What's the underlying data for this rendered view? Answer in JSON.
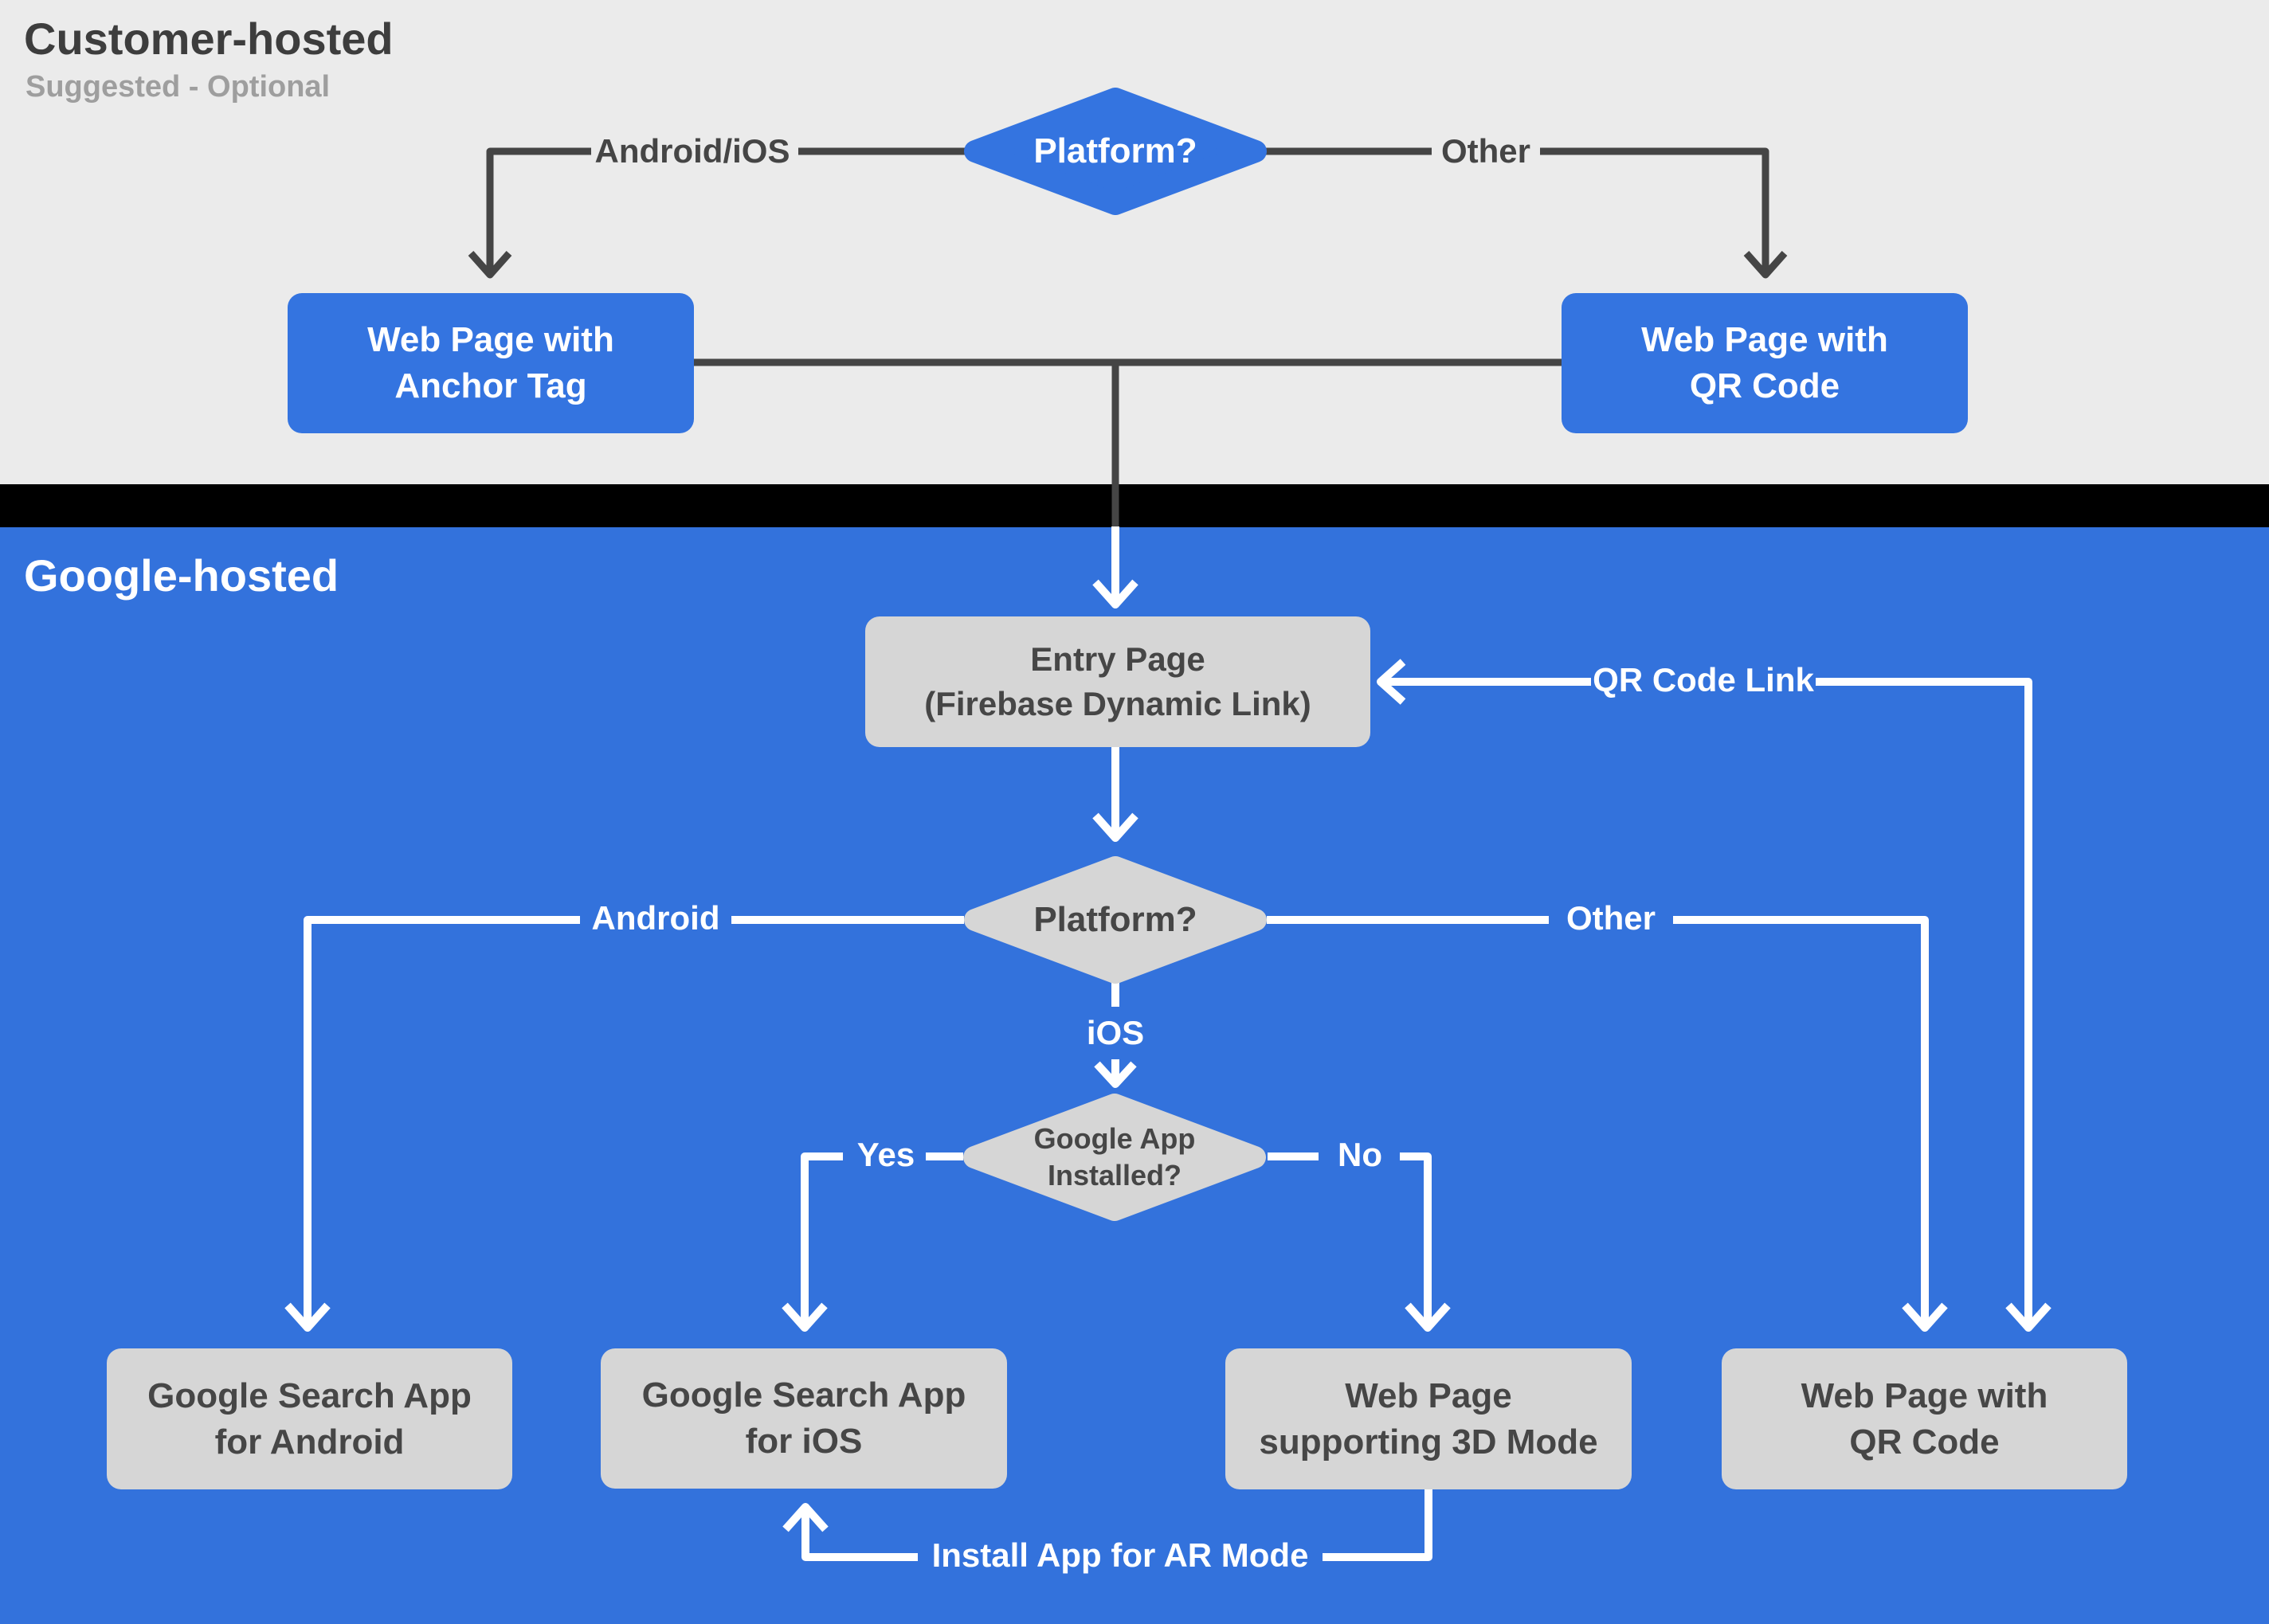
{
  "colors": {
    "top_section_bg": "#EBEBEB",
    "divider": "#000000",
    "bottom_section_bg": "#3372DC",
    "blue_node": "#3474E0",
    "gray_node": "#D6D6D6",
    "dark_line": "#454545",
    "white_line": "#FFFFFF",
    "title_dark": "#3D3D3D",
    "subtitle_gray": "#9E9E9E",
    "gray_node_text": "#464646"
  },
  "customer_section": {
    "title": "Customer-hosted",
    "subtitle": "Suggested - Optional"
  },
  "google_section": {
    "title": "Google-hosted"
  },
  "nodes": {
    "platform_top": {
      "label": "Platform?"
    },
    "web_anchor": {
      "line1": "Web Page with",
      "line2": "Anchor Tag"
    },
    "web_qr_top": {
      "line1": "Web Page with",
      "line2": "QR Code"
    },
    "entry": {
      "line1": "Entry Page",
      "line2": "(Firebase Dynamic Link)"
    },
    "platform_mid": {
      "label": "Platform?"
    },
    "app_installed": {
      "line1": "Google App",
      "line2": "Installed?"
    },
    "gsa_android": {
      "line1": "Google Search App",
      "line2": "for Android"
    },
    "gsa_ios": {
      "line1": "Google Search App",
      "line2": "for iOS"
    },
    "web_3d": {
      "line1": "Web Page",
      "line2": "supporting 3D Mode"
    },
    "web_qr_bottom": {
      "line1": "Web Page with",
      "line2": "QR Code"
    }
  },
  "edge_labels": {
    "android_ios": "Android/iOS",
    "other_top": "Other",
    "qr_code_link": "QR Code Link",
    "android": "Android",
    "other_bottom": "Other",
    "ios": "iOS",
    "yes": "Yes",
    "no": "No",
    "install_ar": "Install App for AR Mode"
  }
}
